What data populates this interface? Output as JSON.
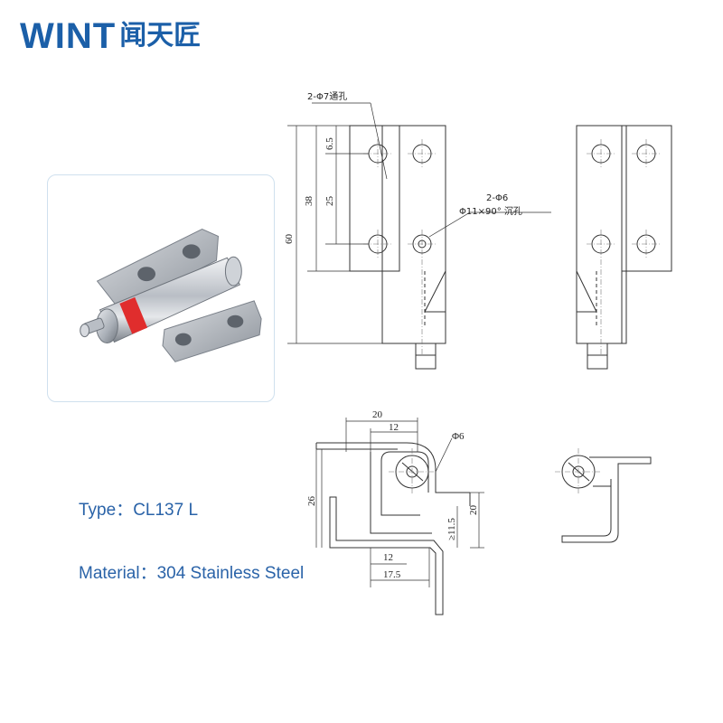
{
  "brand": {
    "latin": "WINT",
    "cjk": "闻天匠",
    "color": "#1b5fa8"
  },
  "product": {
    "type_label": "Type：",
    "type_value": "CL137 L",
    "material_label": "Material：",
    "material_value": "304 Stainless Steel",
    "text_color": "#2a63a8"
  },
  "drawing": {
    "annotations": {
      "through_hole": "2-Φ7通孔",
      "counter_hole_count": "2-Φ6",
      "counter_hole_spec": "Φ11×90° 沉孔",
      "pin_dia": "Φ6"
    },
    "dimensions": {
      "top_gap": "6.5",
      "hole_pitch": "25",
      "upper_height": "38",
      "total_height": "60",
      "top_width": "20",
      "top_inner": "12",
      "side_height": "26",
      "right_height": "20",
      "min_travel": "≥11.5",
      "bottom_inner": "12",
      "bottom_width": "17.5"
    }
  }
}
